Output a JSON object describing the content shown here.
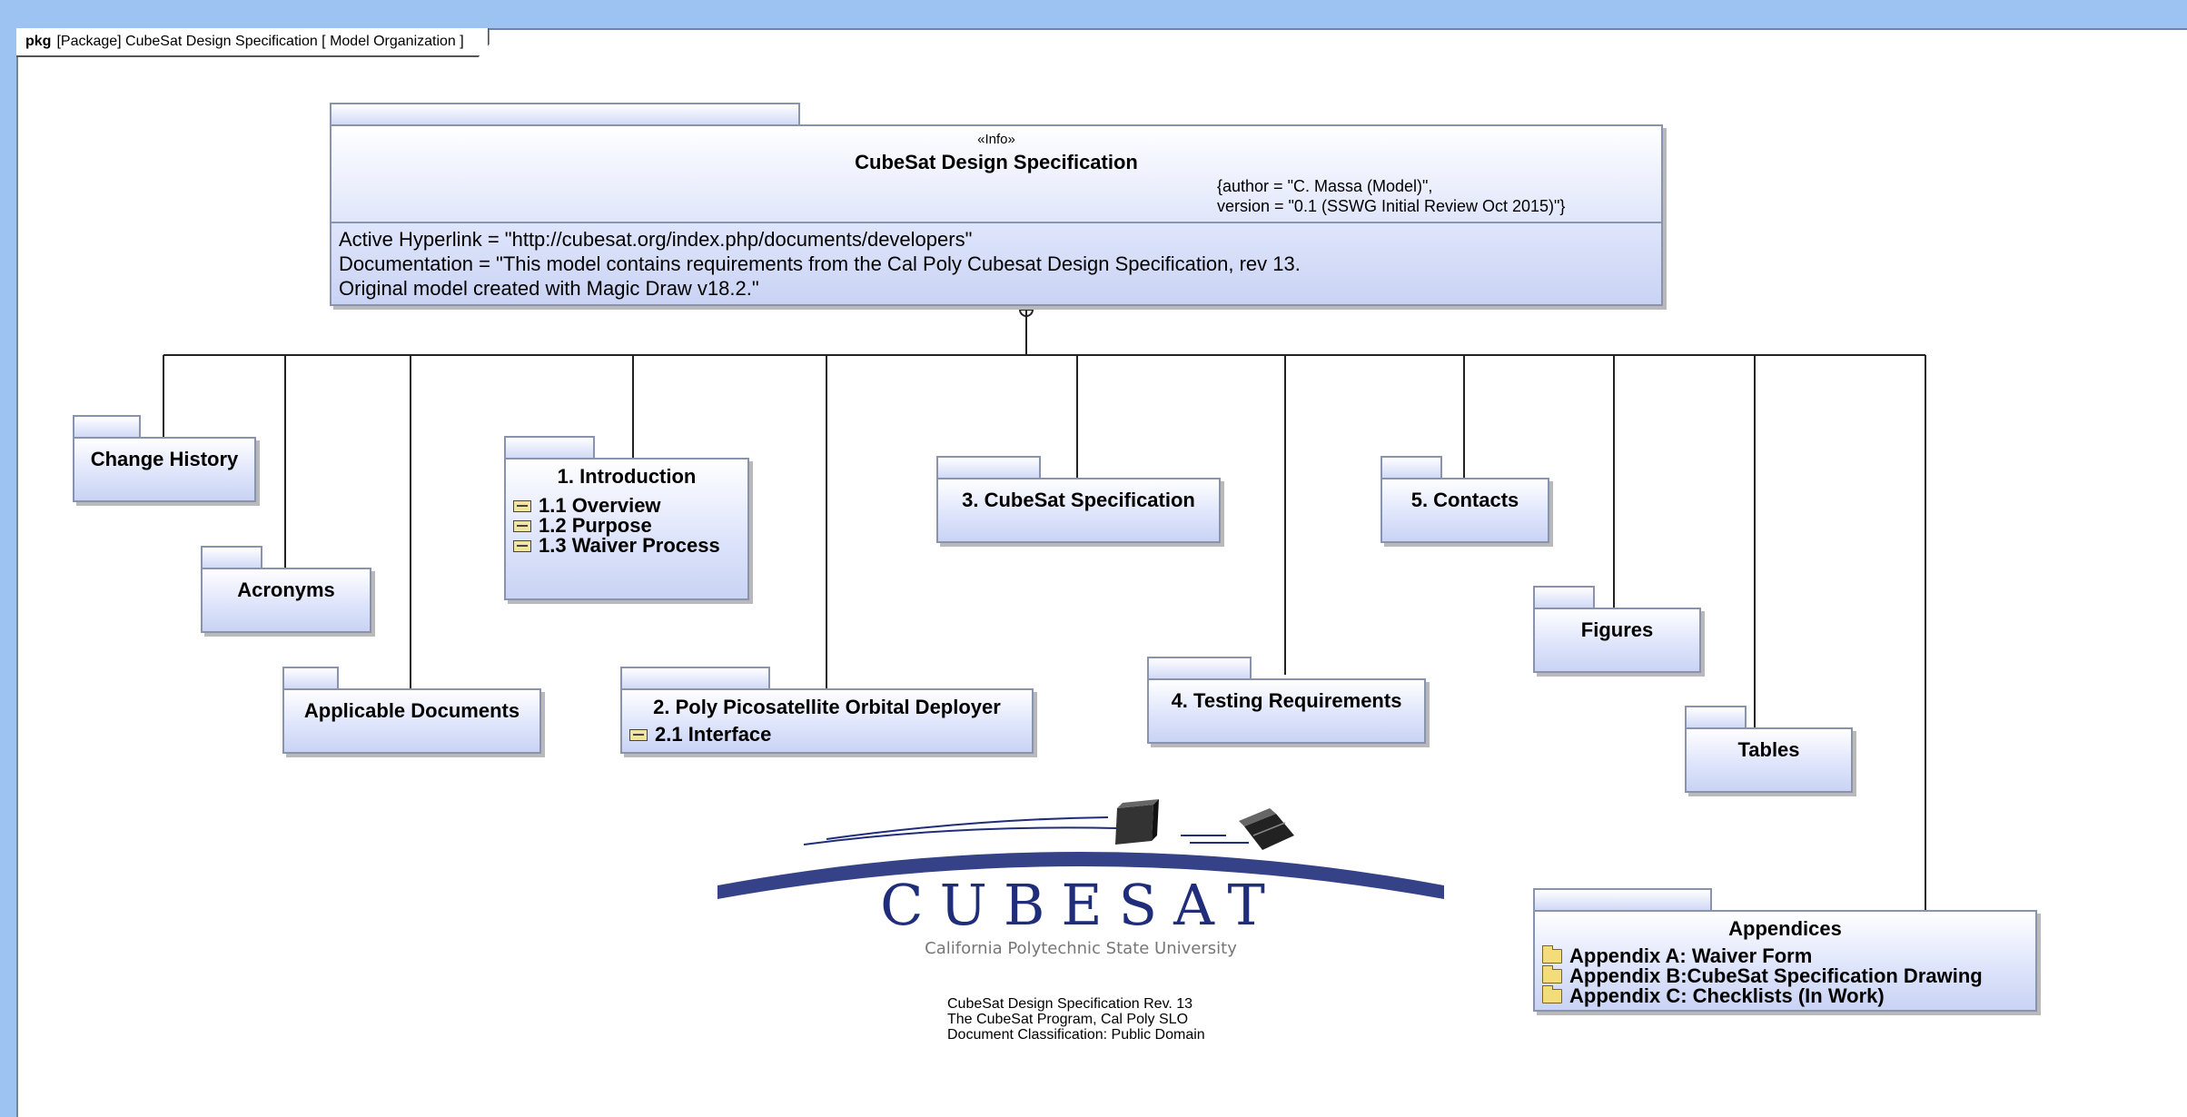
{
  "frame": {
    "kind": "pkg",
    "label": "[Package] CubeSat Design Specification [ Model Organization ]"
  },
  "info": {
    "stereotype": "«Info»",
    "title": "CubeSat Design Specification",
    "tags": [
      "{author = \"C. Massa (Model)\",",
      "version = \"0.1 (SSWG Initial Review Oct 2015)\"}"
    ],
    "props": [
      "Active Hyperlink = \"http://cubesat.org/index.php/documents/developers\"",
      "Documentation = \"This model contains requirements from the Cal Poly Cubesat Design Specification, rev 13.",
      "Original model created with Magic Draw v18.2.\""
    ]
  },
  "packages": {
    "change_history": {
      "name": "Change History"
    },
    "acronyms": {
      "name": "Acronyms"
    },
    "applicable_documents": {
      "name": "Applicable Documents"
    },
    "introduction": {
      "name": "1. Introduction",
      "items": [
        "1.1 Overview",
        "1.2 Purpose",
        "1.3 Waiver Process"
      ]
    },
    "ppod": {
      "name": "2. Poly Picosatellite Orbital Deployer",
      "items": [
        "2.1 Interface"
      ]
    },
    "specification": {
      "name": "3. CubeSat Specification"
    },
    "testing": {
      "name": "4. Testing Requirements"
    },
    "contacts": {
      "name": "5. Contacts"
    },
    "figures": {
      "name": "Figures"
    },
    "tables": {
      "name": "Tables"
    },
    "appendices": {
      "name": "Appendices",
      "items": [
        "Appendix A: Waiver Form",
        "Appendix B:CubeSat Specification Drawing",
        "Appendix C: Checklists (In Work)"
      ]
    }
  },
  "logo": {
    "wordmark": "CUBESAT",
    "subtitle": "California Polytechnic State University"
  },
  "footer": [
    "CubeSat Design Specification Rev. 13",
    "The CubeSat Program, Cal Poly SLO",
    "Document Classification: Public Domain"
  ],
  "colors": {
    "background": "#9cc3f2",
    "package_fill": "#dfe5fb",
    "package_border": "#8a93ad",
    "logo_blue": "#1f2d7a"
  }
}
